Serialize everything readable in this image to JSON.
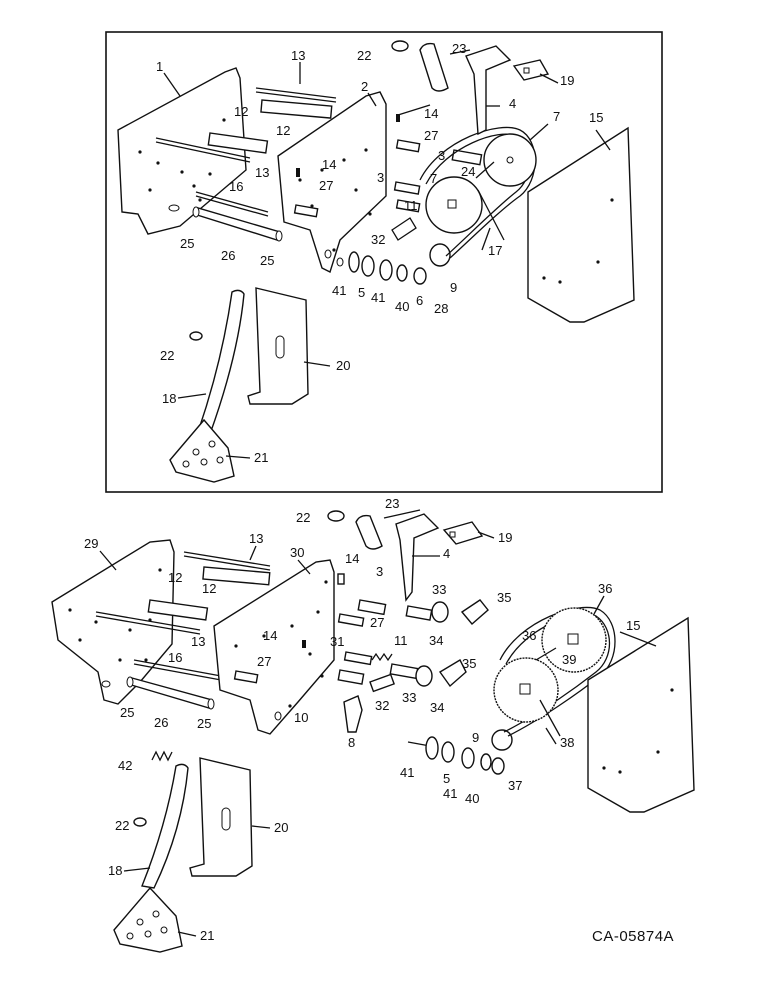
{
  "reference_code": "CA-05874A",
  "labels": {
    "top": [
      "1",
      "2",
      "3",
      "3",
      "4",
      "5",
      "6",
      "7",
      "7",
      "9",
      "11",
      "12",
      "12",
      "13",
      "13",
      "14",
      "14",
      "15",
      "16",
      "17",
      "18",
      "19",
      "20",
      "21",
      "22",
      "22",
      "23",
      "24",
      "25",
      "25",
      "26",
      "27",
      "27",
      "28",
      "32",
      "40",
      "41",
      "41"
    ],
    "bottom": [
      "3",
      "4",
      "5",
      "8",
      "9",
      "10",
      "11",
      "12",
      "12",
      "13",
      "13",
      "14",
      "14",
      "15",
      "16",
      "18",
      "19",
      "20",
      "21",
      "22",
      "22",
      "23",
      "25",
      "25",
      "26",
      "27",
      "27",
      "29",
      "30",
      "31",
      "32",
      "33",
      "33",
      "34",
      "34",
      "35",
      "35",
      "36",
      "36",
      "37",
      "38",
      "39",
      "40",
      "41",
      "41",
      "42"
    ]
  }
}
